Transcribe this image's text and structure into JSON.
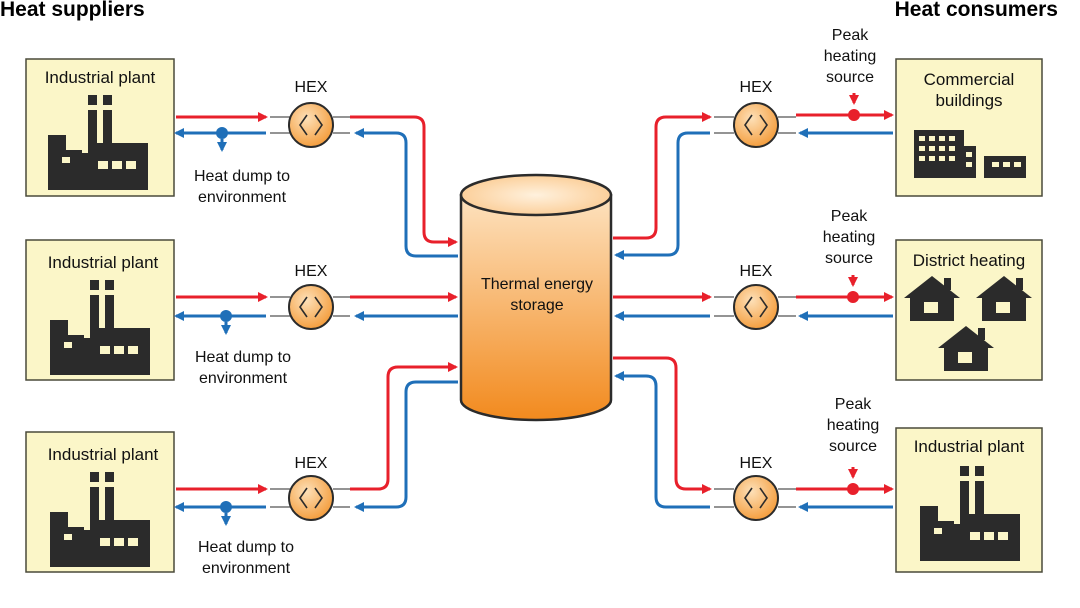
{
  "headers": {
    "left": "Heat suppliers",
    "right": "Heat consumers"
  },
  "suppliers": [
    {
      "label": "Industrial plant",
      "hex_label": "HEX",
      "dump_line1": "Heat dump to",
      "dump_line2": "environment",
      "icon": "factory-icon"
    },
    {
      "label": "Industrial plant",
      "hex_label": "HEX",
      "dump_line1": "Heat dump to",
      "dump_line2": "environment",
      "icon": "factory-icon"
    },
    {
      "label": "Industrial plant",
      "hex_label": "HEX",
      "dump_line1": "Heat dump to",
      "dump_line2": "environment",
      "icon": "factory-icon"
    }
  ],
  "storage": {
    "line1": "Thermal energy",
    "line2": "storage"
  },
  "consumers": [
    {
      "label_line1": "Commercial",
      "label_line2": "buildings",
      "hex_label": "HEX",
      "peak_line1": "Peak",
      "peak_line2": "heating",
      "peak_line3": "source",
      "icon": "office-buildings-icon"
    },
    {
      "label_line1": "District heating",
      "label_line2": "",
      "hex_label": "HEX",
      "peak_line1": "Peak",
      "peak_line2": "heating",
      "peak_line3": "source",
      "icon": "houses-icon"
    },
    {
      "label_line1": "Industrial plant",
      "label_line2": "",
      "hex_label": "HEX",
      "peak_line1": "Peak",
      "peak_line2": "heating",
      "peak_line3": "source",
      "icon": "factory-icon"
    }
  ],
  "colors": {
    "hot_line": "#e8202b",
    "cold_line": "#1f6fb8",
    "box_fill": "#fbf6c8",
    "tank_top": "#fdd09a",
    "tank_bottom": "#f28a1e"
  }
}
